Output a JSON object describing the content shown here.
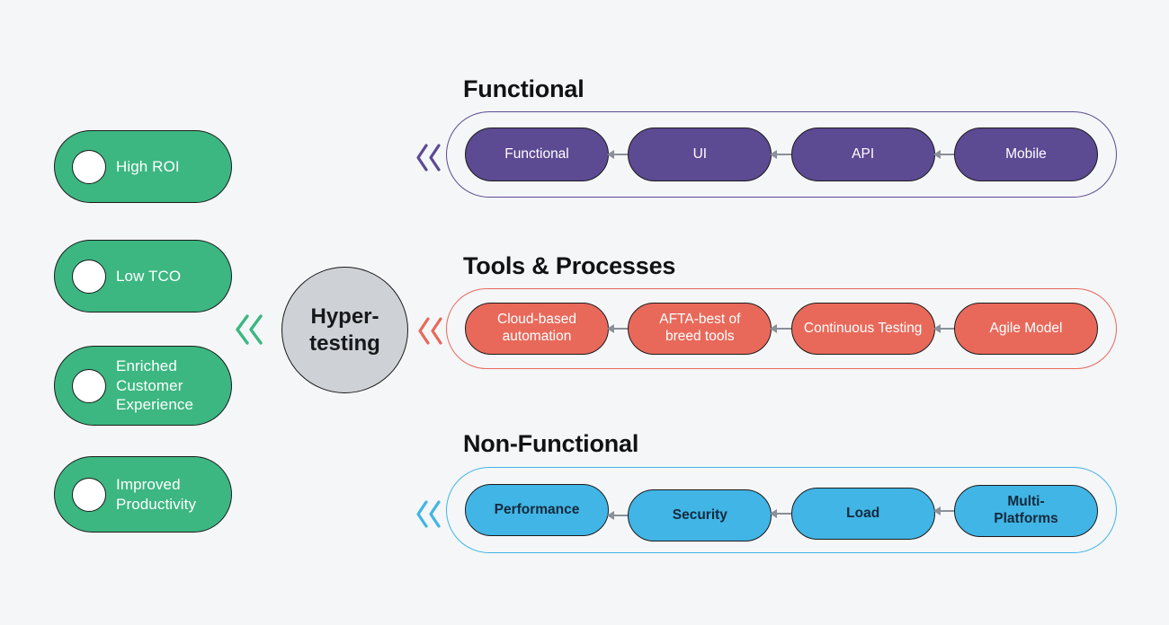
{
  "diagram": {
    "hub": {
      "label": "Hyper-testing"
    },
    "benefits": {
      "color": "#3cb781",
      "chevron_color": "#3cb781",
      "items": [
        {
          "label": "High ROI"
        },
        {
          "label": "Low TCO"
        },
        {
          "label": "Enriched Customer Experience"
        },
        {
          "label": "Improved Productivity"
        }
      ]
    },
    "sections": [
      {
        "title": "Functional",
        "color": "#5c4a93",
        "text_color": "#ffffff",
        "items": [
          "Functional",
          "UI",
          "API",
          "Mobile"
        ]
      },
      {
        "title": "Tools & Processes",
        "color": "#e8695a",
        "text_color": "#ffffff",
        "items": [
          "Cloud-based automation",
          "AFTA-best of breed tools",
          "Continuous Testing",
          "Agile Model"
        ]
      },
      {
        "title": "Non-Functional",
        "color": "#41b5e5",
        "text_color": "#13293d",
        "items": [
          "Performance",
          "Security",
          "Load",
          "Multi-Platforms"
        ]
      }
    ],
    "colors": {
      "background": "#f4f6f8",
      "hub_fill": "#ced2d6",
      "node_outline": "#1b1b1b",
      "arrow": "#8a8f98"
    }
  }
}
